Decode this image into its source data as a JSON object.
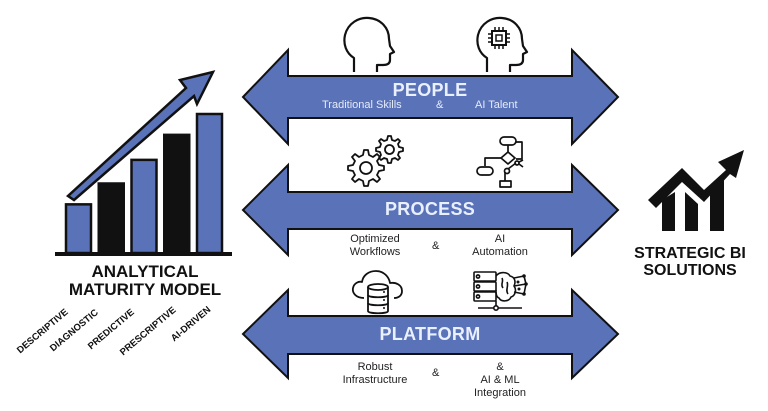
{
  "colors": {
    "arrow_fill": "#5a72b8",
    "outline": "#111111",
    "bar_blue": "#5a72b8",
    "bar_black": "#111111",
    "band_text": "#e9f0ff"
  },
  "left_panel": {
    "title_line1": "ANALYTICAL",
    "title_line2": "MATURITY MODEL",
    "stages": [
      "DESCRIPTIVE",
      "DIAGNOSTIC",
      "PREDICTIVE",
      "PRESCRIPTIVE",
      "AI-DRIVEN"
    ],
    "bar_levels": [
      0.35,
      0.5,
      0.67,
      0.85,
      1.0
    ],
    "bar_colors": [
      "blue",
      "black",
      "blue",
      "black",
      "blue"
    ],
    "icon": "rising-bar-chart-icon"
  },
  "bands": [
    {
      "title": "PEOPLE",
      "left_caption": "Traditional Skills",
      "amp": "&",
      "right_caption": "AI Talent",
      "left_icon": "human-head-icon",
      "right_icon": "ai-chip-head-icon"
    },
    {
      "title": "PROCESS",
      "left_caption_l1": "Optimized",
      "left_caption_l2": "Workflows",
      "amp": "&",
      "right_caption_l1": "AI",
      "right_caption_l2": "Automation",
      "left_icon": "gears-icon",
      "right_icon": "flowchart-robot-arm-icon"
    },
    {
      "title": "PLATFORM",
      "left_caption_l1": "Robust",
      "left_caption_l2": "Infrastructure",
      "amp": "&",
      "right_caption_l1": "&",
      "right_caption_l2": "AI & ML",
      "right_caption_l3": "Integration",
      "left_icon": "cloud-database-icon",
      "right_icon": "server-brain-network-icon"
    }
  ],
  "right_panel": {
    "title_line1": "STRATEGIC BI",
    "title_line2": "SOLUTIONS",
    "icon": "trending-up-chart-icon"
  }
}
